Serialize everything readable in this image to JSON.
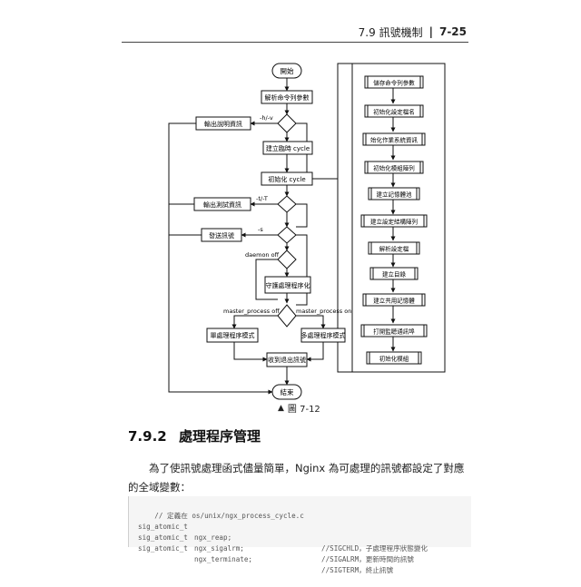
{
  "header": {
    "section": "7.9 訊號機制",
    "separator": "|",
    "page_number": "7-25"
  },
  "flowchart": {
    "nodes": {
      "start": "開始",
      "parse_args": "解析命令列參數",
      "print_help": "輸出說明資訊",
      "create_temp_cycle": "建立臨時 cycle",
      "init_cycle": "初始化 cycle",
      "print_test": "輸出測試資訊",
      "send_signal": "發送訊號",
      "daemonize": "守護處理程序化",
      "single_process": "單處理程序模式",
      "multi_process": "多處理程序模式",
      "receive_exit": "收到退出訊號",
      "end": "結束"
    },
    "edge_labels": {
      "help": "-h/-v",
      "test": "-t/-T",
      "signal": "-s",
      "daemon_off": "daemon off",
      "master_off": "master_process off",
      "master_on": "master_process on"
    },
    "init_steps": [
      "儲存命令列參數",
      "初始化設定檔名",
      "始化作業系統資訊",
      "初始化模組陣列",
      "建立記憶體池",
      "建立設定結構陣列",
      "解析設定檔",
      "建立目錄",
      "建立共用記憶體",
      "打開監聽通訊埠",
      "初始化模組"
    ],
    "caption_marker": "▲",
    "caption": "圖 7-12"
  },
  "section": {
    "number": "7.9.2",
    "title": "處理程序管理"
  },
  "body": {
    "paragraph": "為了使訊號處理函式儘量簡單，Nginx 為可處理的訊號都設定了對應的全域變數："
  },
  "code": {
    "comment_line": "// 定義在 os/unix/ngx_process_cycle.c",
    "lines": [
      {
        "type": "sig_atomic_t",
        "name": "ngx_reap;",
        "comment": "//SIGCHLD，子處理程序狀態變化"
      },
      {
        "type": "sig_atomic_t",
        "name": "ngx_sigalrm;",
        "comment": "//SIGALRM，更新時間的訊號"
      },
      {
        "type": "sig_atomic_t",
        "name": "ngx_terminate;",
        "comment": "//SIGTERM，終止訊號"
      }
    ]
  }
}
